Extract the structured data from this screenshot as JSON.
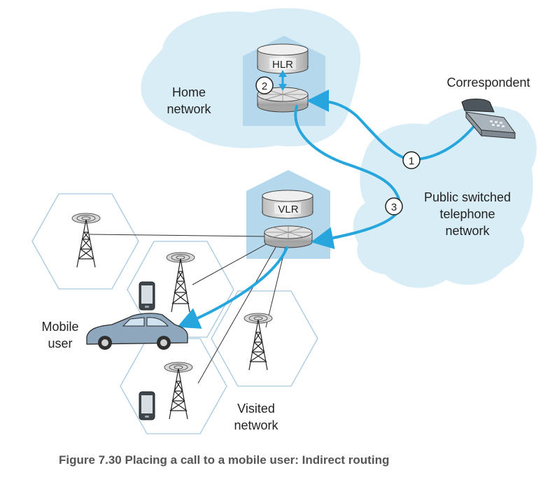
{
  "labels": {
    "hlr": "HLR",
    "vlr": "VLR",
    "home_network": [
      "Home",
      "network"
    ],
    "correspondent": "Correspondent",
    "pstn": [
      "Public switched",
      "telephone",
      "network"
    ],
    "mobile_user": [
      "Mobile",
      "user"
    ],
    "visited_network": [
      "Visited",
      "network"
    ],
    "step1": "1",
    "step2": "2",
    "step3": "3"
  },
  "caption": "Figure 7.30 Placing a call to a mobile user: Indirect routing",
  "colors": {
    "cloud_fill": "#d8edf6",
    "call_path": "#27a6de",
    "hex_stroke": "#a6c9e0",
    "building_fill": "#b5d8ed",
    "car_body": "#8ea7bd"
  }
}
